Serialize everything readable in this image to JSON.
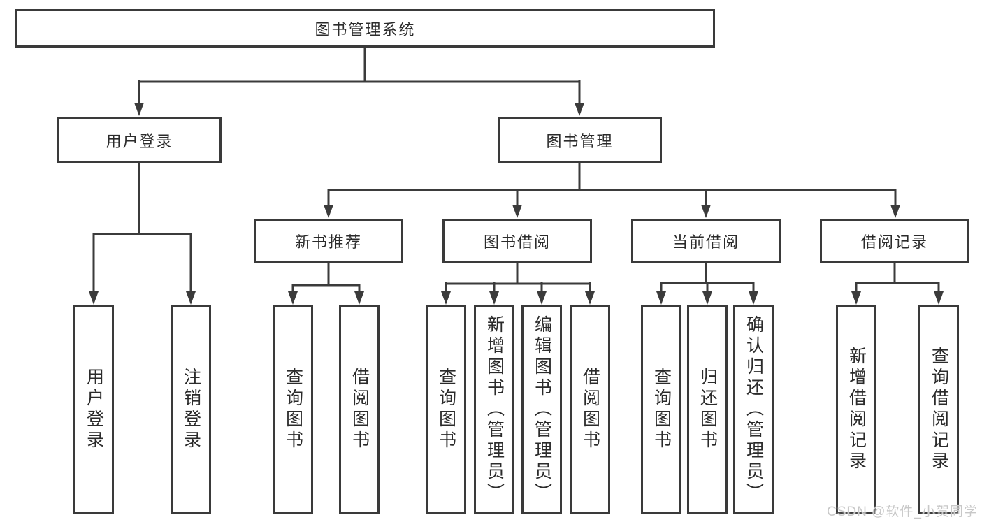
{
  "diagram": {
    "root": "图书管理系统",
    "nodes": {
      "user_login": "用户登录",
      "book_mgmt": "图书管理",
      "new_book_rec": "新书推荐",
      "book_borrow": "图书借阅",
      "current_borrow": "当前借阅",
      "borrow_records": "借阅记录"
    },
    "leaves": {
      "user_login": [
        "用户登录",
        "注销登录"
      ],
      "new_book_rec": [
        "查询图书",
        "借阅图书"
      ],
      "book_borrow": [
        "查询图书",
        "新增图书（管理员）",
        "编辑图书（管理员）",
        "借阅图书"
      ],
      "current_borrow": [
        "查询图书",
        "归还图书",
        "确认归还（管理员）"
      ],
      "borrow_records": [
        "新增借阅记录",
        "查询借阅记录"
      ]
    },
    "colors": {
      "border": "#3a3a3a",
      "line": "#3b3b3b",
      "text": "#2b2b2b",
      "background": "#ffffff",
      "watermark": "#c8c8c8"
    },
    "watermark": "CSDN @软件_小贺同学"
  }
}
